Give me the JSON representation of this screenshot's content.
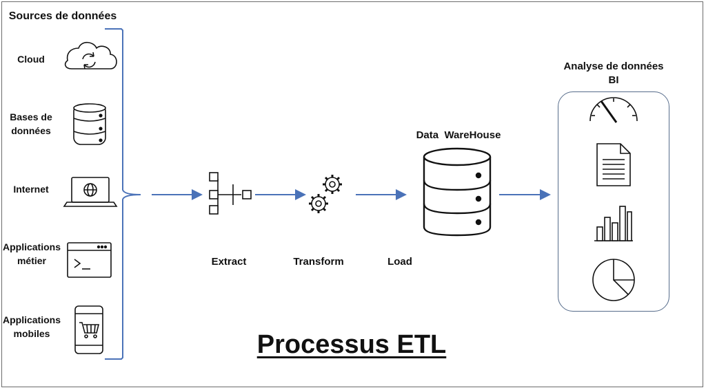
{
  "sources": {
    "title": "Sources de données",
    "items": [
      {
        "label": "Cloud",
        "icon": "cloud-sync-icon"
      },
      {
        "label": "Bases de\ndonnées",
        "icon": "database-icon"
      },
      {
        "label": "Internet",
        "icon": "laptop-globe-icon"
      },
      {
        "label": "Applications\nmétier",
        "icon": "terminal-window-icon"
      },
      {
        "label": "Applications\nmobiles",
        "icon": "mobile-cart-icon"
      }
    ]
  },
  "etl": {
    "extract": "Extract",
    "transform": "Transform",
    "load": "Load"
  },
  "warehouse": {
    "title": "Data  WareHouse"
  },
  "analysis": {
    "title_line1": "Analyse de données",
    "title_line2": "BI",
    "icons": [
      "gauge-icon",
      "document-icon",
      "bar-chart-icon",
      "pie-chart-icon"
    ]
  },
  "main_title": "Processus ETL",
  "colors": {
    "arrow": "#4a72b8",
    "bracket": "#4a72b8",
    "icon_stroke": "#111111",
    "bi_border": "#556b8a"
  }
}
